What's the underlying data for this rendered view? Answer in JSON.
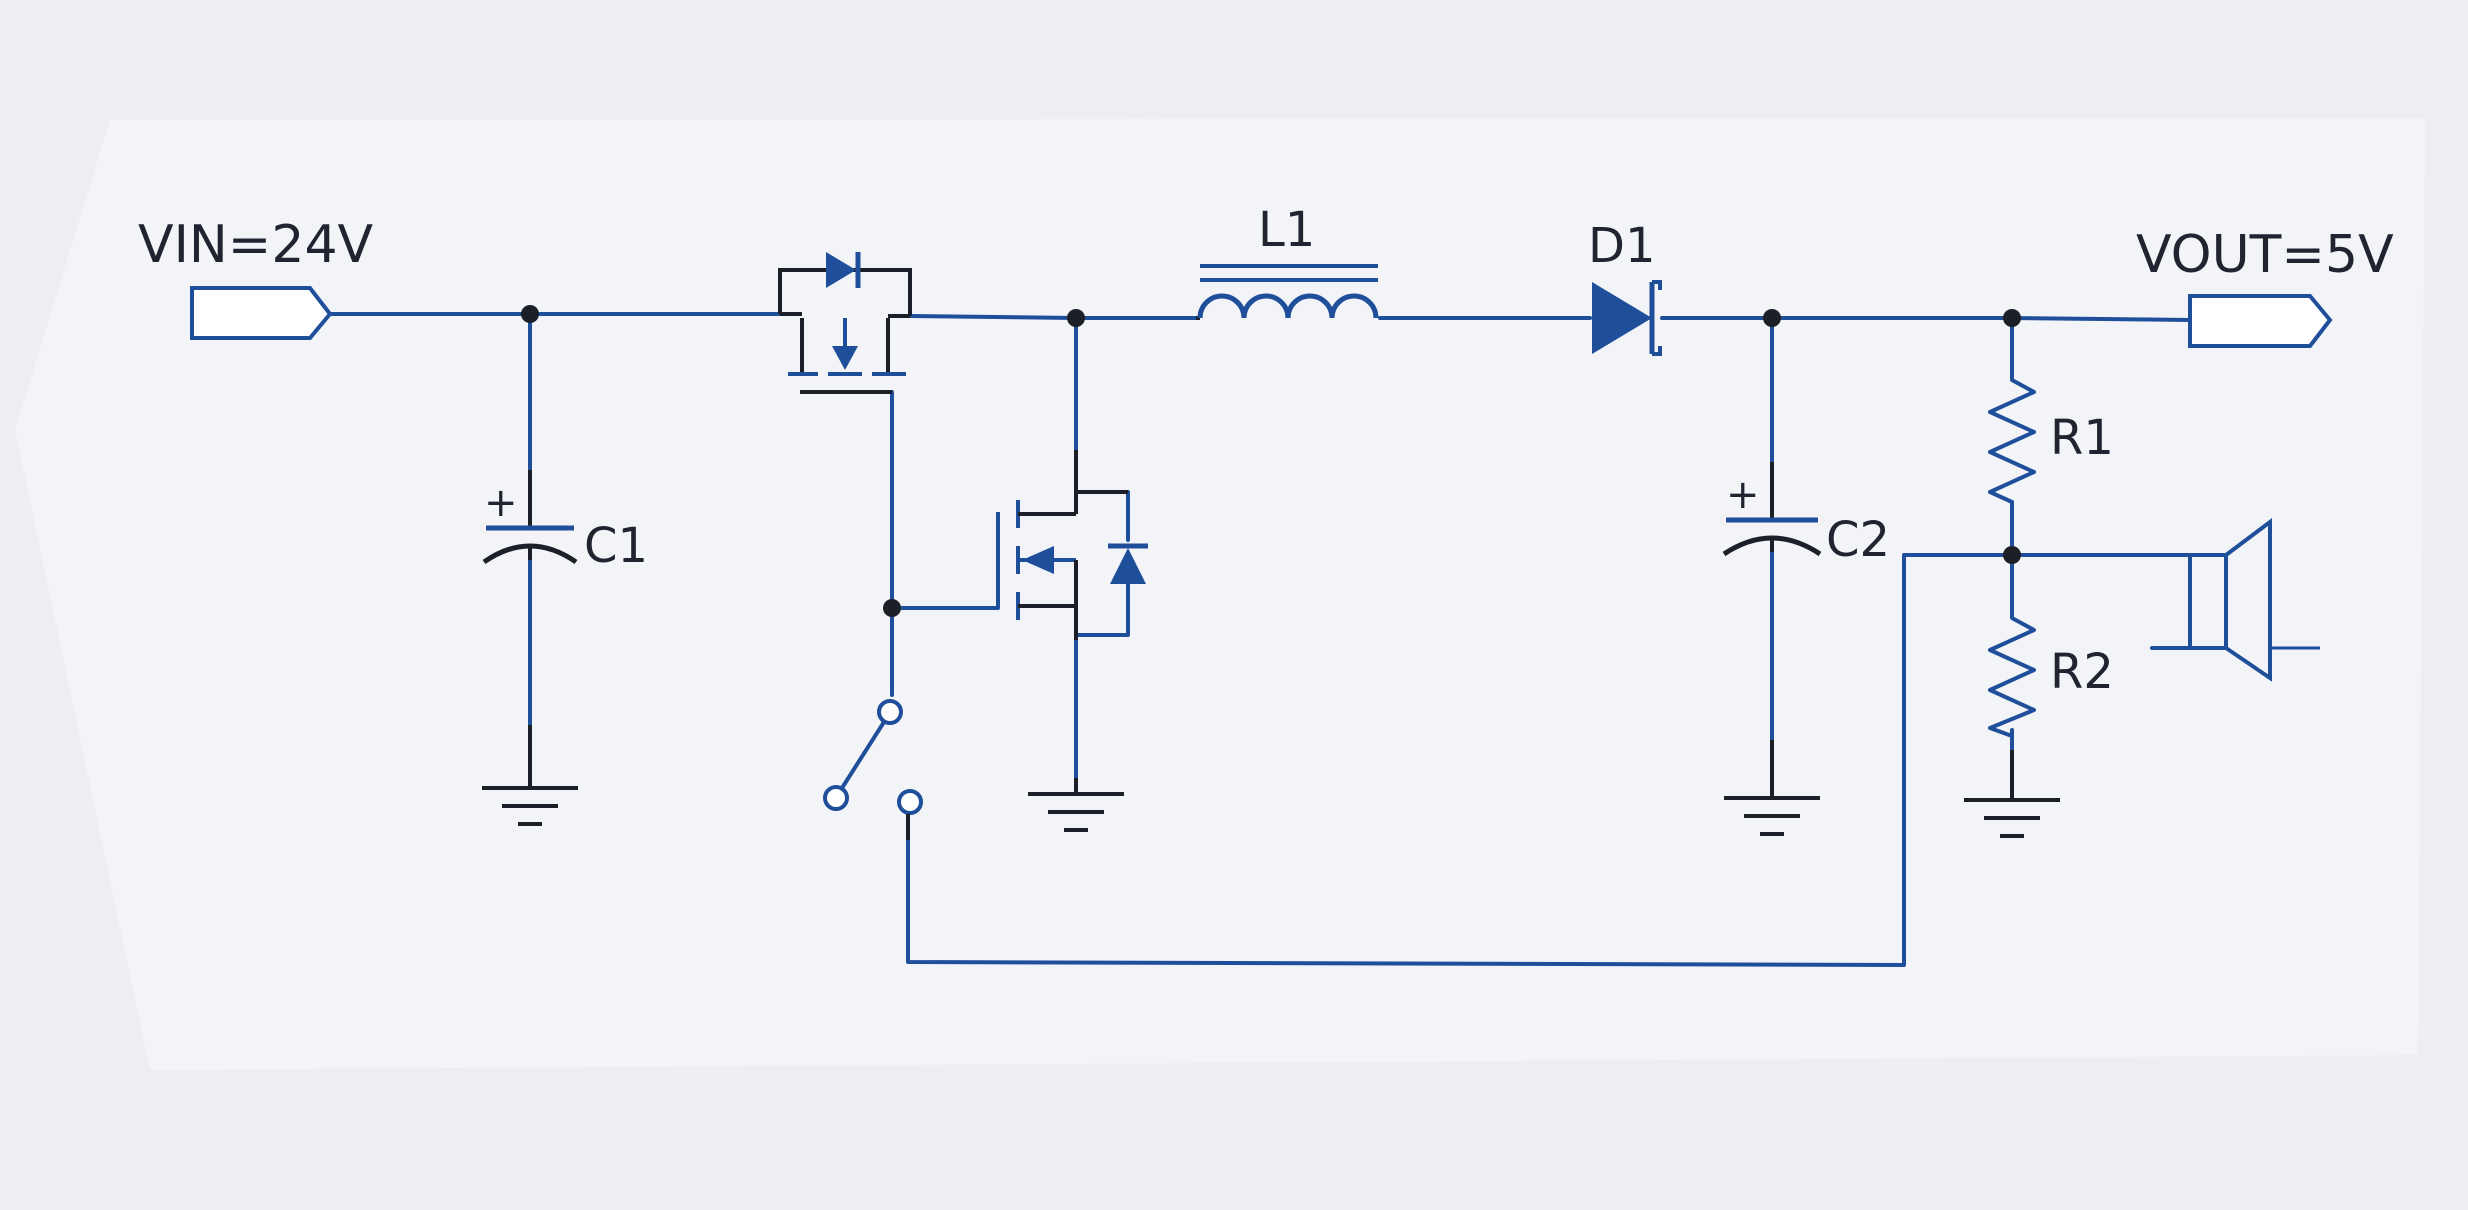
{
  "labels": {
    "vin": "VIN=24V",
    "vout": "VOUT=5V",
    "l1": "L1",
    "d1": "D1",
    "c1": "C1",
    "c2": "C2",
    "r1": "R1",
    "r2": "R2",
    "c1_plus": "+",
    "c2_plus": "+"
  },
  "colors": {
    "wire": "#1f4e9a",
    "lead": "#1c1f28",
    "text": "#1f2430",
    "paper": "#f3f4f8",
    "background": "#eceef3"
  },
  "icons": [
    "input-port-icon",
    "output-port-icon",
    "speaker-icon",
    "ground-icon",
    "switch-icon"
  ]
}
